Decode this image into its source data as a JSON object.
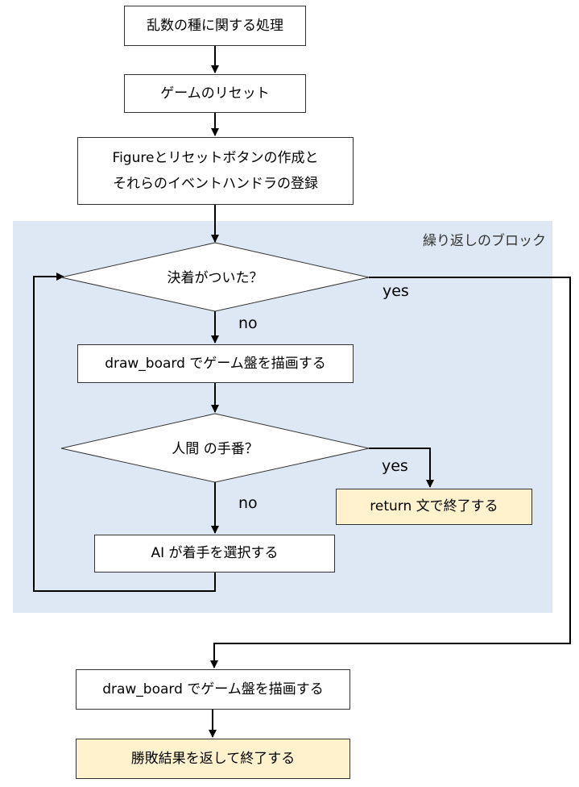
{
  "diagram": {
    "region_label": "繰り返しのブロック",
    "nodes": {
      "seed": "乱数の種に関する処理",
      "reset": "ゲームのリセット",
      "figure": "Figureとリセットボタンの作成と\nそれらのイベントハンドラの登録",
      "decision_settled": "決着がついた？",
      "draw_board_1": "draw_board でゲーム盤を描画する",
      "decision_human": "人間 の手番？",
      "return_end": "return 文で終了する",
      "ai_select": "AI が着手を選択する",
      "draw_board_2": "draw_board でゲーム盤を描画する",
      "result_end": "勝敗結果を返して終了する"
    },
    "branches": {
      "settled_yes": "yes",
      "settled_no": "no",
      "human_yes": "yes",
      "human_no": "no"
    }
  }
}
